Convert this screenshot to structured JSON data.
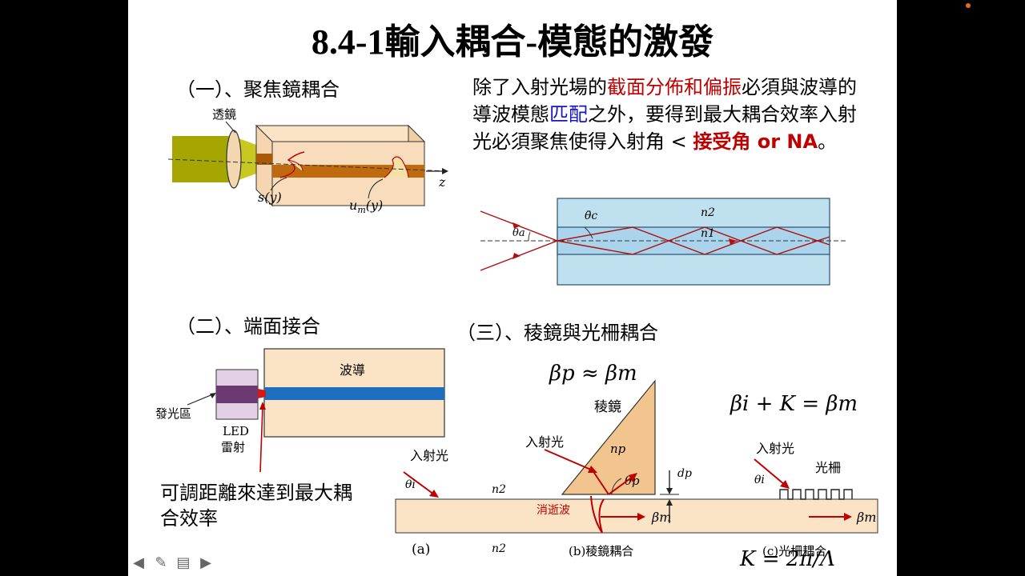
{
  "title": "8.4-1輸入耦合-模態的激發",
  "sections": {
    "s1": "（一）、聚焦鏡耦合",
    "s2": "（二）、端面接合",
    "s3": "（三）、稜鏡與光柵耦合"
  },
  "paragraph": {
    "p1": "除了入射光場的",
    "p2": "截面分佈和偏振",
    "p3": "必須與波導的導波模態",
    "p4": "匹配",
    "p5": "之外，要得到最大耦合效率入射光必須聚焦使得入射角 < ",
    "p6": "接受角 or NA",
    "p7": "。"
  },
  "fig1": {
    "lens": "透鏡",
    "z": "z",
    "s": "s(y)",
    "u": "u",
    "u_sub": "m",
    "u_tail": "(y)"
  },
  "fig_na": {
    "theta_c": "θ̄c",
    "theta_a": "θa",
    "n2": "n2",
    "n1": "n1"
  },
  "fig2": {
    "waveguide": "波導",
    "emit": "發光區",
    "led": "LED",
    "laser": "雷射",
    "note": "可調距離來達到最大耦合效率"
  },
  "fig3": {
    "eq1": "βp ≈ βm",
    "eq2": "βi + K = βm",
    "eq3": "K = 2π/Λ",
    "prism": "稜鏡",
    "incident_a": "入射光",
    "incident_b": "入射光",
    "incident_c": "入射光",
    "grating": "光柵",
    "np": "np",
    "theta_p": "θp",
    "dp": "dp",
    "theta_i_a": "θi",
    "theta_i_c": "θi",
    "n2_top": "n2",
    "n2_bot": "n2",
    "evanescent": "消逝波",
    "beta_b": "βm",
    "beta_c": "βm",
    "label_a": "(a)",
    "label_b": "(b)稜鏡耦合",
    "label_c": "(c)光柵耦合"
  },
  "toolbar": [
    "◀",
    "✎",
    "▤",
    "▶"
  ]
}
